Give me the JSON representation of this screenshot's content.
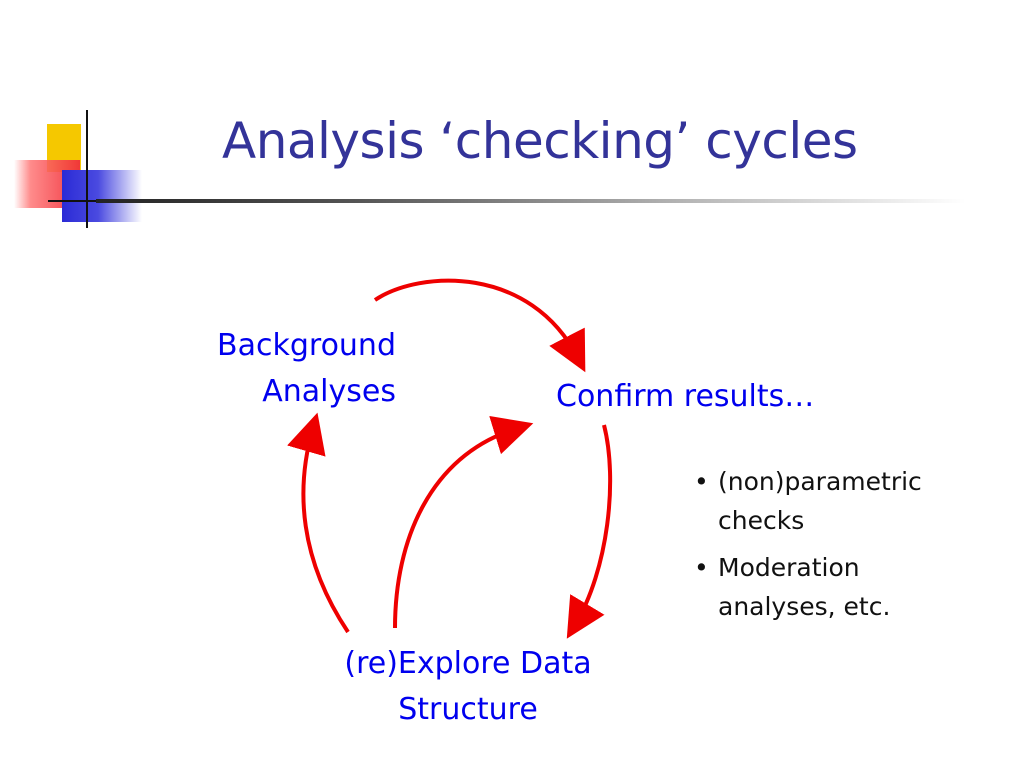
{
  "slide": {
    "title": "Analysis ‘checking’ cycles"
  },
  "diagram": {
    "nodes": {
      "background": {
        "line1": "Background",
        "line2": "Analyses"
      },
      "confirm": {
        "line1": "Confirm results…"
      },
      "explore": {
        "line1": "(re)Explore Data",
        "line2": "Structure"
      }
    },
    "edges": [
      {
        "from": "background",
        "to": "confirm"
      },
      {
        "from": "confirm",
        "to": "explore"
      },
      {
        "from": "explore",
        "to": "background"
      },
      {
        "from": "explore",
        "to": "confirm"
      }
    ],
    "arrow_color": "#ee0000"
  },
  "notes": {
    "bullet_char": "•",
    "items": [
      {
        "line1": "(non)parametric",
        "line2": "checks"
      },
      {
        "line1": "Moderation",
        "line2": "analyses, etc."
      }
    ]
  },
  "colors": {
    "title": "#333399",
    "node_text": "#0000ee",
    "logo_yellow": "#f5c800",
    "logo_red": "#f0303a",
    "logo_blue": "#2b2bd6"
  }
}
